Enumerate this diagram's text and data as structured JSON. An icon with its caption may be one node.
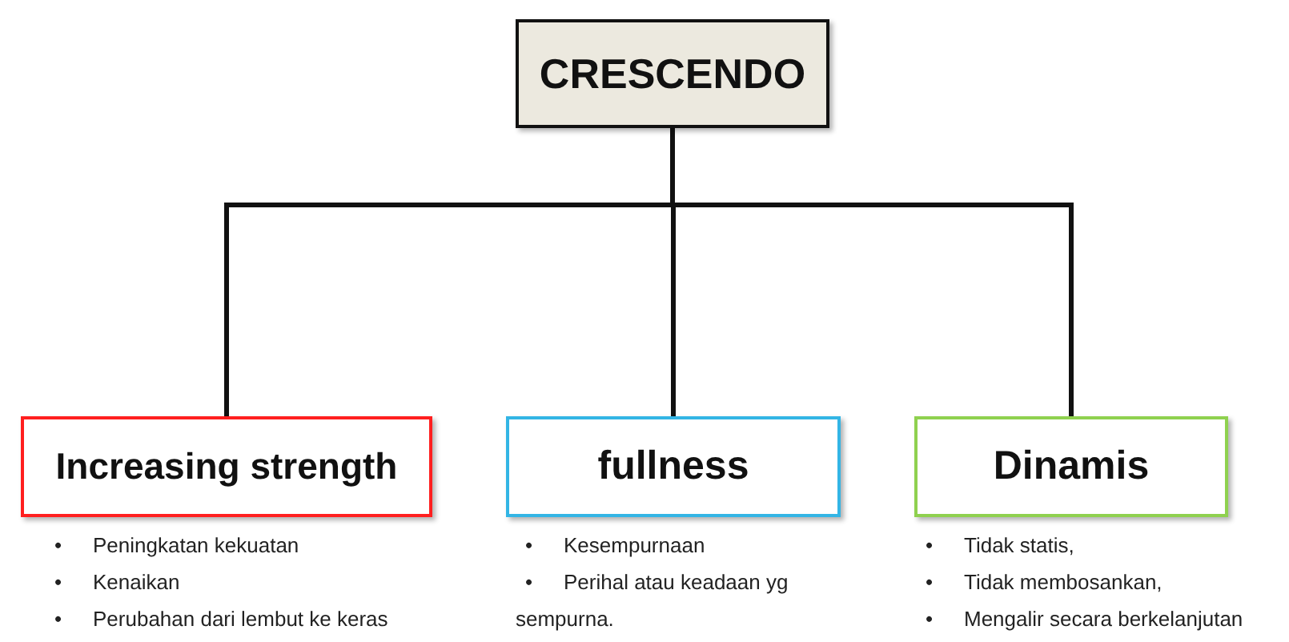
{
  "diagram": {
    "nodes": [
      {
        "text": [
          "CRESCENDO"
        ]
      },
      {
        "text": [
          "Increasing strength"
        ],
        "beside": [
          "Peningkatan kekuatan",
          "Kenaikan",
          "Perubahan dari lembut ke keras"
        ]
      },
      {
        "text": [
          "fullness"
        ],
        "beside": [
          "Kesempurnaan",
          "Perihal atau keadaan yg sempurna."
        ]
      },
      {
        "text": [
          "Dinamis"
        ],
        "beside": [
          "Tidak statis,",
          "Tidak membosankan,",
          "Mengalir secara berkelanjutan"
        ]
      }
    ],
    "edges": [
      {
        "from": 0,
        "to": 1,
        "arrow": "none"
      },
      {
        "from": 0,
        "to": 2,
        "arrow": "none"
      },
      {
        "from": 0,
        "to": 3,
        "arrow": "none"
      }
    ],
    "labels": [
      "•",
      "•",
      "•",
      "•",
      "•",
      "•",
      "•",
      "•"
    ]
  }
}
